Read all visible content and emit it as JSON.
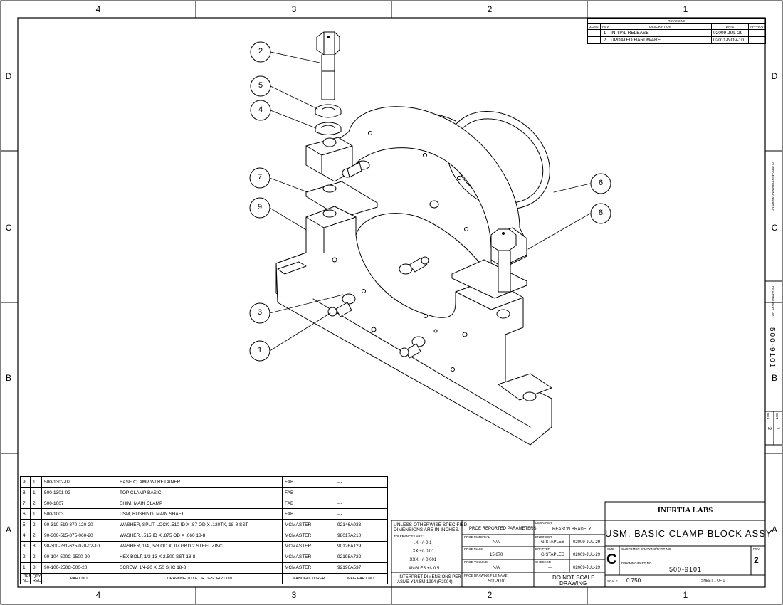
{
  "zones": {
    "columns": [
      "4",
      "3",
      "2",
      "1"
    ],
    "rows": [
      "D",
      "C",
      "B",
      "A"
    ]
  },
  "revisions": {
    "title": "REVISIONS",
    "headers": {
      "zone": "ZONE",
      "rev": "REV",
      "description": "DESCRIPTION",
      "date": "DATE",
      "approved": "APPROVED"
    },
    "rows": [
      {
        "zone": "--",
        "rev": "1",
        "description": "INITIAL RELEASE",
        "date": "02009-JUL-29",
        "approved": "- -"
      },
      {
        "zone": "",
        "rev": "2",
        "description": "UPDATED HARDWARE",
        "date": "02011-NOV-10",
        "approved": ""
      }
    ]
  },
  "side_labels": {
    "customer": "CUSTOMER DRAWING/PART NO.",
    "drawing": "DRAWING/PART NO.",
    "drawing_number": "500-9101",
    "rev_label": "REV",
    "rev_value": "2",
    "sht_label": "SHT",
    "sht_value": "1"
  },
  "callouts": [
    "2",
    "5",
    "4",
    "7",
    "9",
    "3",
    "1",
    "6",
    "8"
  ],
  "bom": {
    "headers": {
      "item": "ITEM NO.",
      "qty": "QTY REQD.",
      "part": "PART NO.",
      "title": "DRAWING TITLE OR DESCRIPTION",
      "mfr": "MANUFACTURER",
      "mfg_part": "MFG PART NO."
    },
    "rows": [
      {
        "item": "9",
        "qty": "1",
        "part": "500-1302-02",
        "desc": "BASE CLAMP W/ RETAINER",
        "mfr": "FAB",
        "mfg": "---"
      },
      {
        "item": "8",
        "qty": "1",
        "part": "500-1301-02",
        "desc": "TOP CLAMP BASIC",
        "mfr": "FAB",
        "mfg": "---"
      },
      {
        "item": "7",
        "qty": "2",
        "part": "500-1007",
        "desc": "SHIM, MAIN CLAMP",
        "mfr": "FAB",
        "mfg": "---"
      },
      {
        "item": "6",
        "qty": "1",
        "part": "500-1003",
        "desc": "USM, BUSHING, MAIN SHAFT",
        "mfr": "FAB",
        "mfg": "---"
      },
      {
        "item": "5",
        "qty": "2",
        "part": "90-310-510-870-120-20",
        "desc": "WASHER, SPLIT LOCK .510 ID X .87 OD X .120TK, 18-8 SST",
        "mfr": "MCMASTER",
        "mfg": "92146A033"
      },
      {
        "item": "4",
        "qty": "2",
        "part": "90-300-515-875-060-20",
        "desc": "WASHER, .515 ID X .875 OD X .060 18-8",
        "mfr": "MCMASTER",
        "mfg": "98017A210"
      },
      {
        "item": "3",
        "qty": "8",
        "part": "90-300-281-625-070-02-10",
        "desc": "WASHER, 1/4 , 5/8  OD X .07 GRD 2  STEEL ZINC",
        "mfr": "MCMASTER",
        "mfg": "90126A129"
      },
      {
        "item": "2",
        "qty": "2",
        "part": "90-104-500C-2500-20",
        "desc": "HEX BOLT, 1/2-13 X 2.500 SST 18-8",
        "mfr": "MCMASTER",
        "mfg": "92198A722"
      },
      {
        "item": "1",
        "qty": "8",
        "part": "90-100-250C-500-20",
        "desc": "SCREW, 1/4-20 X .50 SHC 18-8",
        "mfr": "MCMASTER",
        "mfg": "92196A537"
      }
    ]
  },
  "notes": {
    "unless": "UNLESS OTHERWISE SPECIFIED",
    "dims": "DIMENSIONS ARE IN INCHES.",
    "tol_label": "TOLERANCES ARE:",
    "tol_x": ".X +/-  0.1",
    "tol_xx": ".XX +/-  0.01",
    "tol_xxx": ".XXX +/-  0.001",
    "tol_ang": "ANGLES +/-  0.5",
    "interpret": "INTERPRET DIMENSIONS PER",
    "asme": "ASME Y14.5M 1994 (R2004)"
  },
  "proe": {
    "params_title": "PROE REPORTED PARAMETERS",
    "material_label": "PROE MATERIAL",
    "material": "N/A",
    "mass_label": "PROE MASS",
    "mass": "15.670",
    "volume_label": "PROE VOLUME",
    "volume": "N/A",
    "file_label": "PROE DRAWING FILE NAME:",
    "file": "500-9101"
  },
  "signoff": {
    "designer_label": "DESIGNER",
    "designer": "REASON BRADELY",
    "engineer_label": "ENGINEER",
    "engineer": "G STAPLES",
    "engineer_date": "02009-JUL-29",
    "drafter_label": "DRAFTER",
    "drafter": "G STAPLES",
    "drafter_date": "02009-JUL-29",
    "checked_label": "CHECKED",
    "checked": "---",
    "checked_date": "02009-JUL-29",
    "no_scale": "DO NOT SCALE",
    "drawing": "DRAWING"
  },
  "titleblock": {
    "company": "INERTIA LABS",
    "title": "USM, BASIC CLAMP BLOCK ASSY",
    "size_label": "SIZE",
    "size": "C",
    "customer_label": "CUSTOMER DRAWING/PART NO.",
    "drawing_label": "DRAWING/PART NO.",
    "drawing_no": "500-9101",
    "rev_label": "REV",
    "rev": "2",
    "scale_label": "SCALE",
    "scale": "0.750",
    "sheet": "SHEET  1   OF  1"
  }
}
